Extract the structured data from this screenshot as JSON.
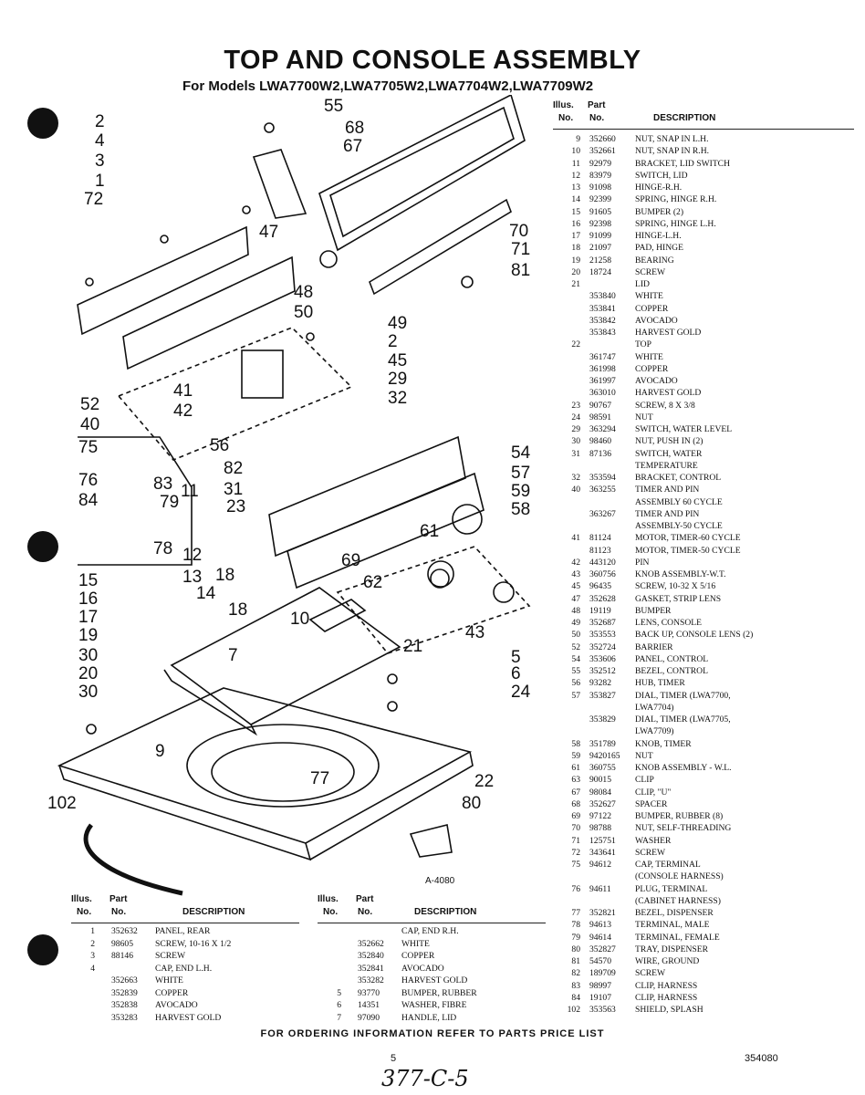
{
  "title": "TOP AND CONSOLE ASSEMBLY",
  "subtitle": "For Models LWA7700W2,LWA7705W2,LWA7704W2,LWA7709W2",
  "table_headers": {
    "illus": "Illus.",
    "no": "No.",
    "part": "Part",
    "part_no": "No.",
    "description": "DESCRIPTION"
  },
  "diagram_code": "A-4080",
  "diagram_labels": [
    "55",
    "2",
    "68",
    "4",
    "67",
    "3",
    "1",
    "72",
    "47",
    "70",
    "71",
    "81",
    "48",
    "50",
    "49",
    "2",
    "45",
    "29",
    "32",
    "41",
    "42",
    "52",
    "40",
    "56",
    "54",
    "57",
    "59",
    "58",
    "75",
    "76",
    "83",
    "84",
    "79",
    "11",
    "23",
    "82",
    "31",
    "78",
    "12",
    "61",
    "13",
    "18",
    "69",
    "62",
    "43",
    "15",
    "16",
    "14",
    "17",
    "10",
    "18",
    "19",
    "30",
    "7",
    "21",
    "5",
    "20",
    "6",
    "30",
    "24",
    "9",
    "22",
    "77",
    "80",
    "102"
  ],
  "right_table": [
    {
      "no": "9",
      "part": "352660",
      "desc": "NUT, SNAP IN L.H."
    },
    {
      "no": "10",
      "part": "352661",
      "desc": "NUT, SNAP IN R.H."
    },
    {
      "no": "11",
      "part": "92979",
      "desc": "BRACKET, LID SWITCH"
    },
    {
      "no": "12",
      "part": "83979",
      "desc": "SWITCH, LID"
    },
    {
      "no": "13",
      "part": "91098",
      "desc": "HINGE-R.H."
    },
    {
      "no": "14",
      "part": "92399",
      "desc": "SPRING, HINGE R.H."
    },
    {
      "no": "15",
      "part": "91605",
      "desc": "BUMPER (2)"
    },
    {
      "no": "16",
      "part": "92398",
      "desc": "SPRING, HINGE L.H."
    },
    {
      "no": "17",
      "part": "91099",
      "desc": "HINGE-L.H."
    },
    {
      "no": "18",
      "part": "21097",
      "desc": "PAD, HINGE"
    },
    {
      "no": "19",
      "part": "21258",
      "desc": "BEARING"
    },
    {
      "no": "20",
      "part": "18724",
      "desc": "SCREW"
    },
    {
      "no": "21",
      "part": "",
      "desc": "LID"
    },
    {
      "no": "",
      "part": "353840",
      "desc": "WHITE"
    },
    {
      "no": "",
      "part": "353841",
      "desc": "COPPER"
    },
    {
      "no": "",
      "part": "353842",
      "desc": "AVOCADO"
    },
    {
      "no": "",
      "part": "353843",
      "desc": "HARVEST GOLD"
    },
    {
      "no": "22",
      "part": "",
      "desc": "TOP"
    },
    {
      "no": "",
      "part": "361747",
      "desc": "WHITE"
    },
    {
      "no": "",
      "part": "361998",
      "desc": "COPPER"
    },
    {
      "no": "",
      "part": "361997",
      "desc": "AVOCADO"
    },
    {
      "no": "",
      "part": "363010",
      "desc": "HARVEST GOLD"
    },
    {
      "no": "23",
      "part": "90767",
      "desc": "SCREW, 8 x 3/8"
    },
    {
      "no": "24",
      "part": "98591",
      "desc": "NUT"
    },
    {
      "no": "29",
      "part": "363294",
      "desc": "SWITCH, WATER LEVEL"
    },
    {
      "no": "30",
      "part": "98460",
      "desc": "NUT, PUSH IN (2)"
    },
    {
      "no": "31",
      "part": "87136",
      "desc": "SWITCH, WATER"
    },
    {
      "no": "",
      "part": "",
      "desc": "TEMPERATURE"
    },
    {
      "no": "32",
      "part": "353594",
      "desc": "BRACKET, CONTROL"
    },
    {
      "no": "40",
      "part": "363255",
      "desc": "TIMER AND PIN"
    },
    {
      "no": "",
      "part": "",
      "desc": "ASSEMBLY 60 CYCLE"
    },
    {
      "no": "",
      "part": "363267",
      "desc": "TIMER AND PIN"
    },
    {
      "no": "",
      "part": "",
      "desc": "ASSEMBLY-50 CYCLE"
    },
    {
      "no": "41",
      "part": "81124",
      "desc": "MOTOR, TIMER-60 CYCLE"
    },
    {
      "no": "",
      "part": "81123",
      "desc": "MOTOR, TIMER-50 CYCLE"
    },
    {
      "no": "42",
      "part": "443120",
      "desc": "PIN"
    },
    {
      "no": "43",
      "part": "360756",
      "desc": "KNOB ASSEMBLY-W.T."
    },
    {
      "no": "45",
      "part": "96435",
      "desc": "SCREW, 10-32 x 5/16"
    },
    {
      "no": "47",
      "part": "352628",
      "desc": "GASKET, STRIP LENS"
    },
    {
      "no": "48",
      "part": "19119",
      "desc": "BUMPER"
    },
    {
      "no": "49",
      "part": "352687",
      "desc": "LENS, CONSOLE"
    },
    {
      "no": "50",
      "part": "353553",
      "desc": "BACK UP, CONSOLE LENS (2)"
    },
    {
      "no": "52",
      "part": "352724",
      "desc": "BARRIER"
    },
    {
      "no": "54",
      "part": "353606",
      "desc": "PANEL, CONTROL"
    },
    {
      "no": "55",
      "part": "352512",
      "desc": "BEZEL, CONTROL"
    },
    {
      "no": "56",
      "part": "93282",
      "desc": "HUB, TIMER"
    },
    {
      "no": "57",
      "part": "353827",
      "desc": "DIAL, TIMER (LWA7700,"
    },
    {
      "no": "",
      "part": "",
      "desc": "LWA7704)"
    },
    {
      "no": "",
      "part": "353829",
      "desc": "DIAL, TIMER (LWA7705,"
    },
    {
      "no": "",
      "part": "",
      "desc": "LWA7709)"
    },
    {
      "no": "58",
      "part": "351789",
      "desc": "KNOB, TIMER"
    },
    {
      "no": "59",
      "part": "9420165",
      "desc": "NUT"
    },
    {
      "no": "61",
      "part": "360755",
      "desc": "KNOB ASSEMBLY - W.L."
    },
    {
      "no": "63",
      "part": "90015",
      "desc": "CLIP"
    },
    {
      "no": "67",
      "part": "98084",
      "desc": "CLIP, \"U\""
    },
    {
      "no": "68",
      "part": "352627",
      "desc": "SPACER"
    },
    {
      "no": "69",
      "part": "97122",
      "desc": "BUMPER, RUBBER (8)"
    },
    {
      "no": "70",
      "part": "98788",
      "desc": "NUT, SELF-THREADING"
    },
    {
      "no": "71",
      "part": "125751",
      "desc": "WASHER"
    },
    {
      "no": "72",
      "part": "343641",
      "desc": "SCREW"
    },
    {
      "no": "75",
      "part": "94612",
      "desc": "CAP, TERMINAL"
    },
    {
      "no": "",
      "part": "",
      "desc": "(CONSOLE HARNESS)"
    },
    {
      "no": "76",
      "part": "94611",
      "desc": "PLUG, TERMINAL"
    },
    {
      "no": "",
      "part": "",
      "desc": "(CABINET HARNESS)"
    },
    {
      "no": "77",
      "part": "352821",
      "desc": "BEZEL, DISPENSER"
    },
    {
      "no": "78",
      "part": "94613",
      "desc": "TERMINAL, MALE"
    },
    {
      "no": "79",
      "part": "94614",
      "desc": "TERMINAL, FEMALE"
    },
    {
      "no": "80",
      "part": "352827",
      "desc": "TRAY, DISPENSER"
    },
    {
      "no": "81",
      "part": "54570",
      "desc": "WIRE, GROUND"
    },
    {
      "no": "82",
      "part": "189709",
      "desc": "SCREW"
    },
    {
      "no": "83",
      "part": "98997",
      "desc": "CLIP, HARNESS"
    },
    {
      "no": "84",
      "part": "19107",
      "desc": "CLIP, HARNESS"
    },
    {
      "no": "102",
      "part": "353563",
      "desc": "SHIELD, SPLASH"
    }
  ],
  "bottom_left_table": [
    {
      "no": "1",
      "part": "352632",
      "desc": "PANEL, REAR"
    },
    {
      "no": "2",
      "part": "98605",
      "desc": "SCREW, 10-16 x 1/2"
    },
    {
      "no": "3",
      "part": "88146",
      "desc": "SCREW"
    },
    {
      "no": "4",
      "part": "",
      "desc": "CAP, END L.H."
    },
    {
      "no": "",
      "part": "352663",
      "desc": "WHITE"
    },
    {
      "no": "",
      "part": "352839",
      "desc": "COPPER"
    },
    {
      "no": "",
      "part": "352838",
      "desc": "AVOCADO"
    },
    {
      "no": "",
      "part": "353283",
      "desc": "HARVEST GOLD"
    }
  ],
  "bottom_right_table": [
    {
      "no": "",
      "part": "",
      "desc": "CAP, END R.H."
    },
    {
      "no": "",
      "part": "352662",
      "desc": "WHITE"
    },
    {
      "no": "",
      "part": "352840",
      "desc": "COPPER"
    },
    {
      "no": "",
      "part": "352841",
      "desc": "AVOCADO"
    },
    {
      "no": "",
      "part": "353282",
      "desc": "HARVEST GOLD"
    },
    {
      "no": "5",
      "part": "93770",
      "desc": "BUMPER, RUBBER"
    },
    {
      "no": "6",
      "part": "14351",
      "desc": "WASHER, FIBRE"
    },
    {
      "no": "7",
      "part": "97090",
      "desc": "HANDLE, LID"
    }
  ],
  "footer": "FOR ORDERING INFORMATION REFER TO PARTS PRICE LIST",
  "page_number": "5",
  "document_number": "354080",
  "handwritten_note": "377-C-5"
}
